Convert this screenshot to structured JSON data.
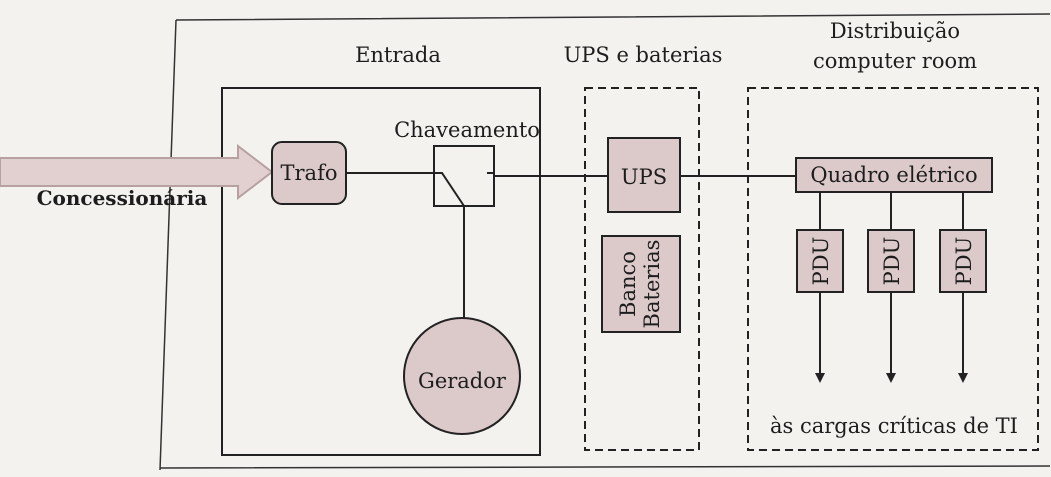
{
  "sections": {
    "entrada": "Entrada",
    "ups": "UPS e baterias",
    "distribuicao_line1": "Distribuição",
    "distribuicao_line2": "computer room"
  },
  "source_label": "Concessionária",
  "components": {
    "trafo": "Trafo",
    "chaveamento": "Chaveamento",
    "gerador": "Gerador",
    "ups": "UPS",
    "banco_line1": "Banco",
    "banco_line2": "Baterias",
    "quadro": "Quadro elétrico",
    "pdus": [
      "PDU",
      "PDU",
      "PDU"
    ]
  },
  "output_label": "às cargas críticas de TI",
  "colors": {
    "box_fill": "#dcc9c9",
    "line": "#222222",
    "arrow_fill": "#e2cfcf",
    "background": "#f4f2ee"
  }
}
